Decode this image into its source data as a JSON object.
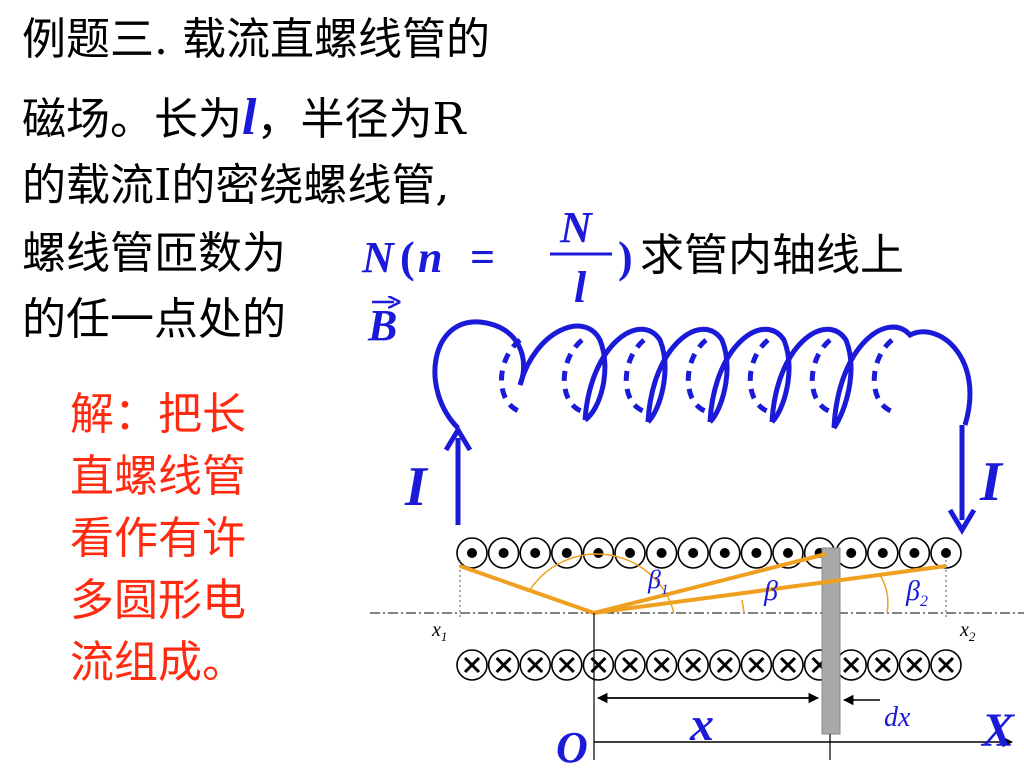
{
  "problem": {
    "line1": "例题三. 载流直螺线管的",
    "line2_a": "磁场。长为",
    "line2_var": "l",
    "line2_b": "，半径为R",
    "line3": "的载流Ⅰ的密绕螺线管,",
    "line4": "螺线管匝数为",
    "formula_N": "N",
    "formula_n": "n",
    "formula_eq": "=",
    "formula_frac_num": "N",
    "formula_frac_den": "l",
    "formula_open": "(",
    "formula_close": ")",
    "line4_tail": "求管内轴线上",
    "line5": "的任一点处的",
    "field_B": "B"
  },
  "solution": {
    "lines": [
      "解：把长",
      "直螺线管",
      "看作有许",
      "多圆形电",
      "流组成。"
    ]
  },
  "diagram": {
    "current_left": "I",
    "current_right": "I",
    "label_beta1": "β",
    "label_beta1_sub": "1",
    "label_beta": "β",
    "label_beta2": "β",
    "label_beta2_sub": "2",
    "label_x1": "x",
    "label_x1_sub": "1",
    "label_x2": "x",
    "label_x2_sub": "2",
    "label_O": "O",
    "label_x": "x",
    "label_dx": "dx",
    "label_X": "X",
    "out_symbol": "•",
    "in_symbol": "×",
    "colors": {
      "coil": "#1a1ad8",
      "lines": "#f0a020",
      "text_red": "#ff2a10",
      "strip": "#a9a9a9"
    }
  }
}
